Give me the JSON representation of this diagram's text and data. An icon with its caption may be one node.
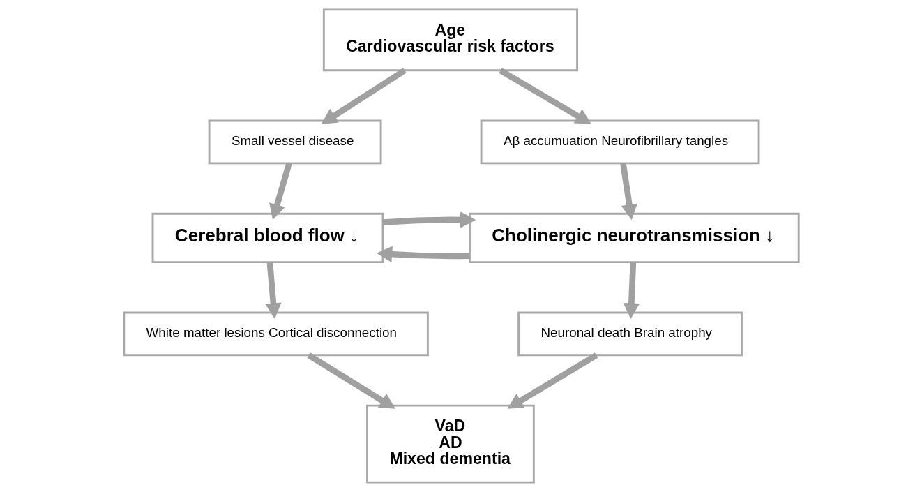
{
  "diagram": {
    "nodes": [
      {
        "text": [
          "Age",
          "Cardiovascular risk factors"
        ]
      },
      {
        "text": [
          "Small vessel disease"
        ]
      },
      {
        "text": [
          "Aβ accumuation Neurofibrillary tangles"
        ]
      },
      {
        "text": [
          "Cerebral blood flow ↓"
        ]
      },
      {
        "text": [
          "Cholinergic neurotransmission ↓"
        ]
      },
      {
        "text": [
          "White matter lesions Cortical disconnection"
        ]
      },
      {
        "text": [
          "Neuronal death Brain atrophy"
        ]
      },
      {
        "text": [
          "VaD",
          "AD",
          "Mixed dementia"
        ]
      }
    ],
    "edges": [
      {
        "from": 0,
        "to": 1,
        "arrow": "to"
      },
      {
        "from": 0,
        "to": 2,
        "arrow": "to"
      },
      {
        "from": 1,
        "to": 3,
        "arrow": "to"
      },
      {
        "from": 2,
        "to": 4,
        "arrow": "to"
      },
      {
        "from": 4,
        "to": 3,
        "arrow": "to"
      },
      {
        "from": 3,
        "to": 4,
        "arrow": "to"
      },
      {
        "from": 3,
        "to": 5,
        "arrow": "to"
      },
      {
        "from": 4,
        "to": 6,
        "arrow": "to"
      },
      {
        "from": 5,
        "to": 7,
        "arrow": "to"
      },
      {
        "from": 6,
        "to": 7,
        "arrow": "to"
      }
    ]
  }
}
